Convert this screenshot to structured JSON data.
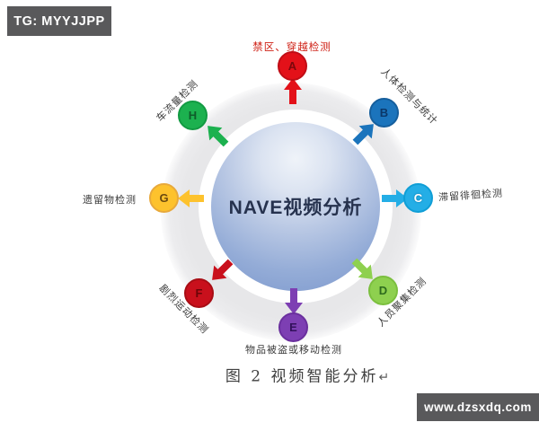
{
  "watermarks": {
    "top_left": "TG: MYYJJPP",
    "bottom_right": "www.dzsxdq.com"
  },
  "diagram": {
    "center_label": "NAVE视频分析",
    "caption": "图 2 视频智能分析",
    "caption_return_mark": "↵",
    "nodes": [
      {
        "letter": "A",
        "label": "禁区、穿越检测",
        "color": "#e31119",
        "arrow_direction": "up"
      },
      {
        "letter": "B",
        "label": "人体检测与统计",
        "color": "#1b74bc",
        "arrow_direction": "up-right"
      },
      {
        "letter": "C",
        "label": "滞留徘徊检测",
        "color": "#24aee6",
        "arrow_direction": "right"
      },
      {
        "letter": "D",
        "label": "人员聚集检测",
        "color": "#8ed04f",
        "arrow_direction": "down-right"
      },
      {
        "letter": "E",
        "label": "物品被盗或移动检测",
        "color": "#7d3fb3",
        "arrow_direction": "down"
      },
      {
        "letter": "F",
        "label": "剧烈运动检测",
        "color": "#c9101c",
        "arrow_direction": "down-left"
      },
      {
        "letter": "G",
        "label": "遗留物检测",
        "color": "#fdc22d",
        "arrow_direction": "left"
      },
      {
        "letter": "H",
        "label": "车流量检测",
        "color": "#1cb14f",
        "arrow_direction": "up-left"
      }
    ],
    "colors": {
      "sphere_top": "#eff3f9",
      "sphere_bottom": "#7b97cc",
      "background_blob": "#e7e7e9",
      "watermark_background": "#59595b",
      "label_text": "#3a3a3a",
      "label_a_text": "#cf2015"
    }
  }
}
